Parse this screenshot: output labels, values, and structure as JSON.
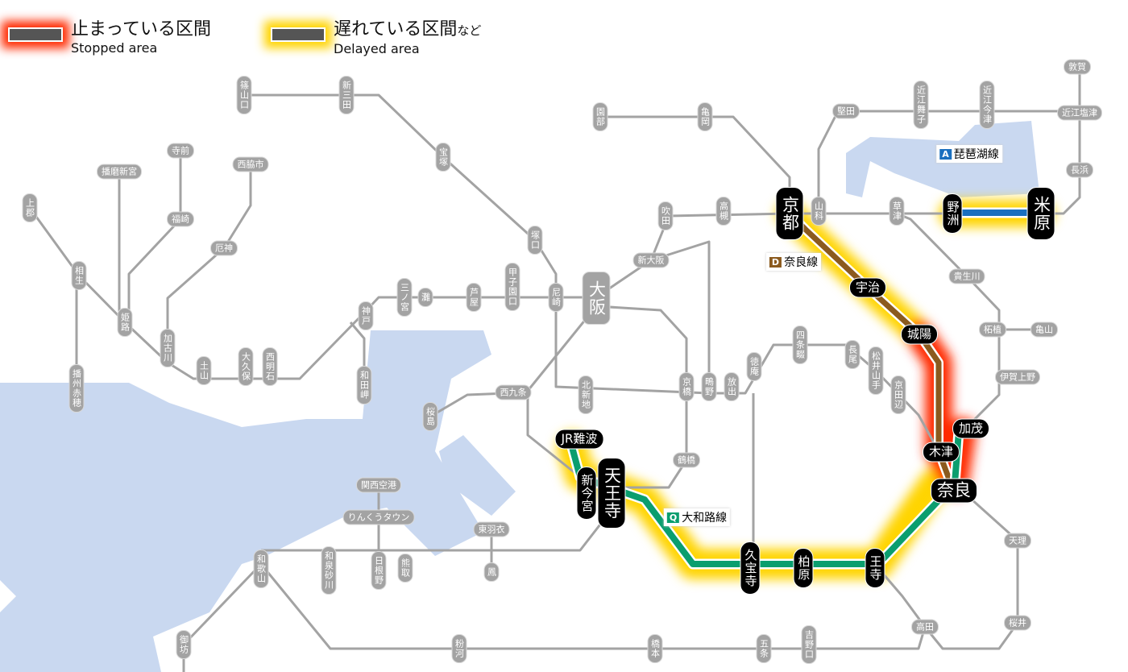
{
  "legend": {
    "stopped_ja": "止まっている区間",
    "stopped_en": "Stopped area",
    "delayed_ja": "遅れている区間",
    "delayed_suffix": "など",
    "delayed_en": "Delayed area"
  },
  "lines": [
    {
      "code": "A",
      "name": "琵琶湖線",
      "color": "#1a6fbf",
      "status": "delayed"
    },
    {
      "code": "D",
      "name": "奈良線",
      "color": "#8b5a1e",
      "status": "stopped"
    },
    {
      "code": "Q",
      "name": "大和路線",
      "color": "#0a9e6e",
      "status": "delayed"
    }
  ],
  "colors": {
    "stopped": "#ff2a00",
    "delayed": "#ffd400",
    "water": "#c9d8f0",
    "track": "#a3a3a3"
  },
  "affected_stations": [
    "京都",
    "野洲",
    "米原",
    "宇治",
    "城陽",
    "加茂",
    "木津",
    "奈良",
    "JR難波",
    "新今宮",
    "天王寺",
    "久宝寺",
    "柏原",
    "王寺"
  ],
  "stations": [
    "篠山口",
    "新三田",
    "宝塚",
    "塚口",
    "尼崎",
    "甲子園口",
    "芦屋",
    "灘",
    "三ノ宮",
    "神戸",
    "和田岬",
    "西明石",
    "大久保",
    "土山",
    "加古川",
    "姫路",
    "相生",
    "上郡",
    "播州赤穂",
    "寺前",
    "播磨新宮",
    "西脇市",
    "福崎",
    "厄神",
    "園部",
    "亀岡",
    "堅田",
    "近江舞子",
    "近江今津",
    "敦賀",
    "近江塩津",
    "長浜",
    "山科",
    "吹田",
    "高槻",
    "草津",
    "新大阪",
    "大阪",
    "西九条",
    "桜島",
    "北新地",
    "京橋",
    "鴫野",
    "放出",
    "徳庵",
    "四条畷",
    "長尾",
    "松井山手",
    "京田辺",
    "鶴橋",
    "貴生川",
    "柘植",
    "亀山",
    "伊賀上野",
    "天理",
    "桜井",
    "高田",
    "関西空港",
    "りんくうタウン",
    "東羽衣",
    "鳳",
    "熊取",
    "日根野",
    "和泉砂川",
    "和歌山",
    "御坊",
    "粉河",
    "橋本",
    "五条",
    "吉野口"
  ]
}
